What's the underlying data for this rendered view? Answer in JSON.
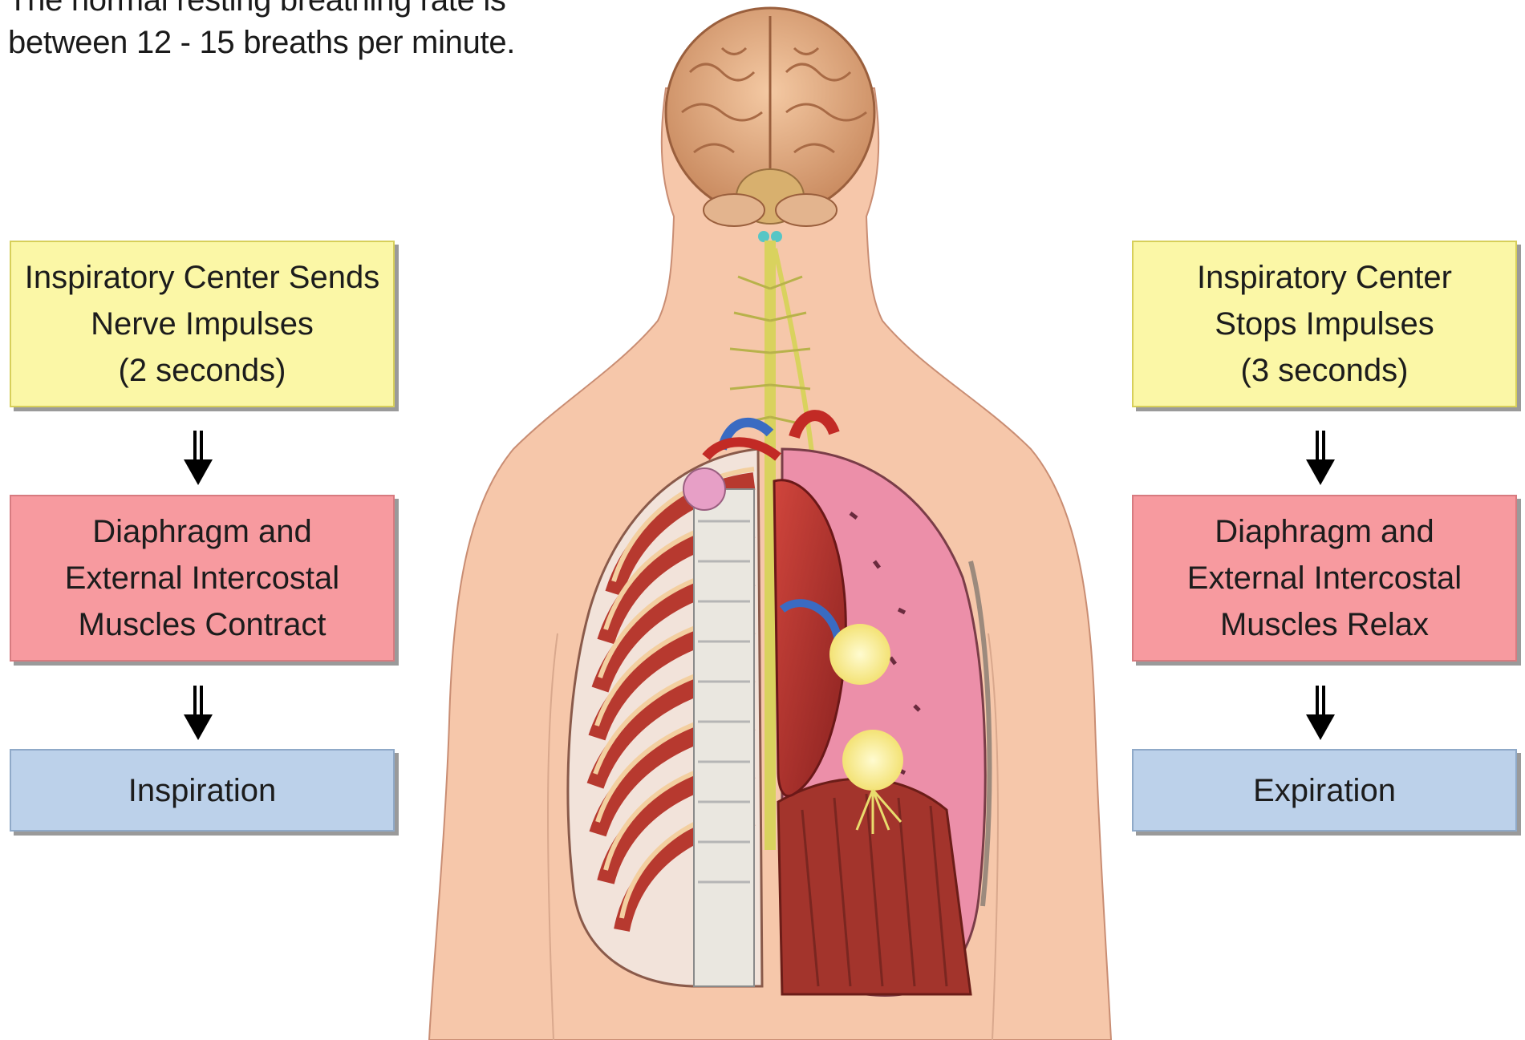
{
  "intro": {
    "line1": "The normal resting breathing rate is",
    "line2": "between 12 - 15  breaths per minute."
  },
  "left_flow": {
    "box1": [
      "Inspiratory Center Sends",
      "Nerve Impulses",
      "(2 seconds)"
    ],
    "box2": [
      "Diaphragm and",
      "External Intercostal",
      "Muscles Contract"
    ],
    "box3": [
      "Inspiration"
    ]
  },
  "right_flow": {
    "box1": [
      "Inspiratory Center",
      "Stops Impulses",
      "(3 seconds)"
    ],
    "box2": [
      "Diaphragm and",
      "External Intercostal",
      "Muscles Relax"
    ],
    "box3": [
      "Expiration"
    ]
  },
  "colors": {
    "yellow_box": "#fbf7a6",
    "red_box": "#f79a9f",
    "blue_box": "#bcd1ea",
    "skin": "#f6c7aa",
    "arrow": "#000000"
  },
  "illustration": "human-respiratory-anatomy"
}
